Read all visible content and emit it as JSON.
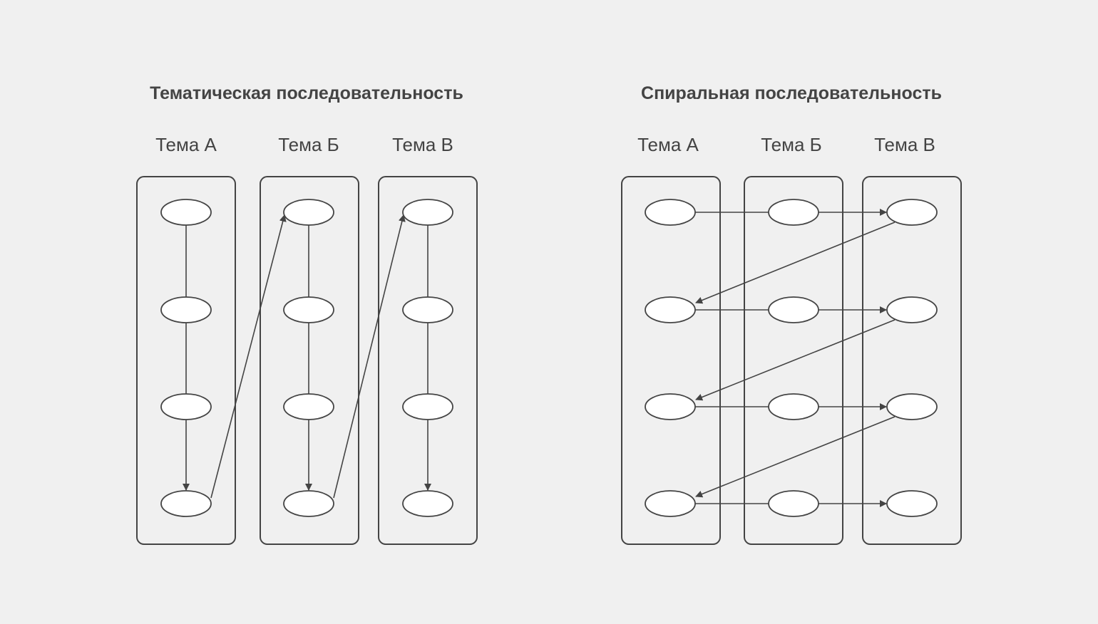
{
  "colors": {
    "background": "#f0f0f0",
    "stroke": "#444444",
    "node_fill": "#ffffff"
  },
  "diagrams": [
    {
      "title": "Тематическая последовательность",
      "type": "thematic",
      "topics": [
        "Тема А",
        "Тема Б",
        "Тема В"
      ],
      "nodes_per_topic": 4
    },
    {
      "title": "Спиральная последовательность",
      "type": "spiral",
      "topics": [
        "Тема А",
        "Тема Б",
        "Тема В"
      ],
      "nodes_per_topic": 4
    }
  ]
}
